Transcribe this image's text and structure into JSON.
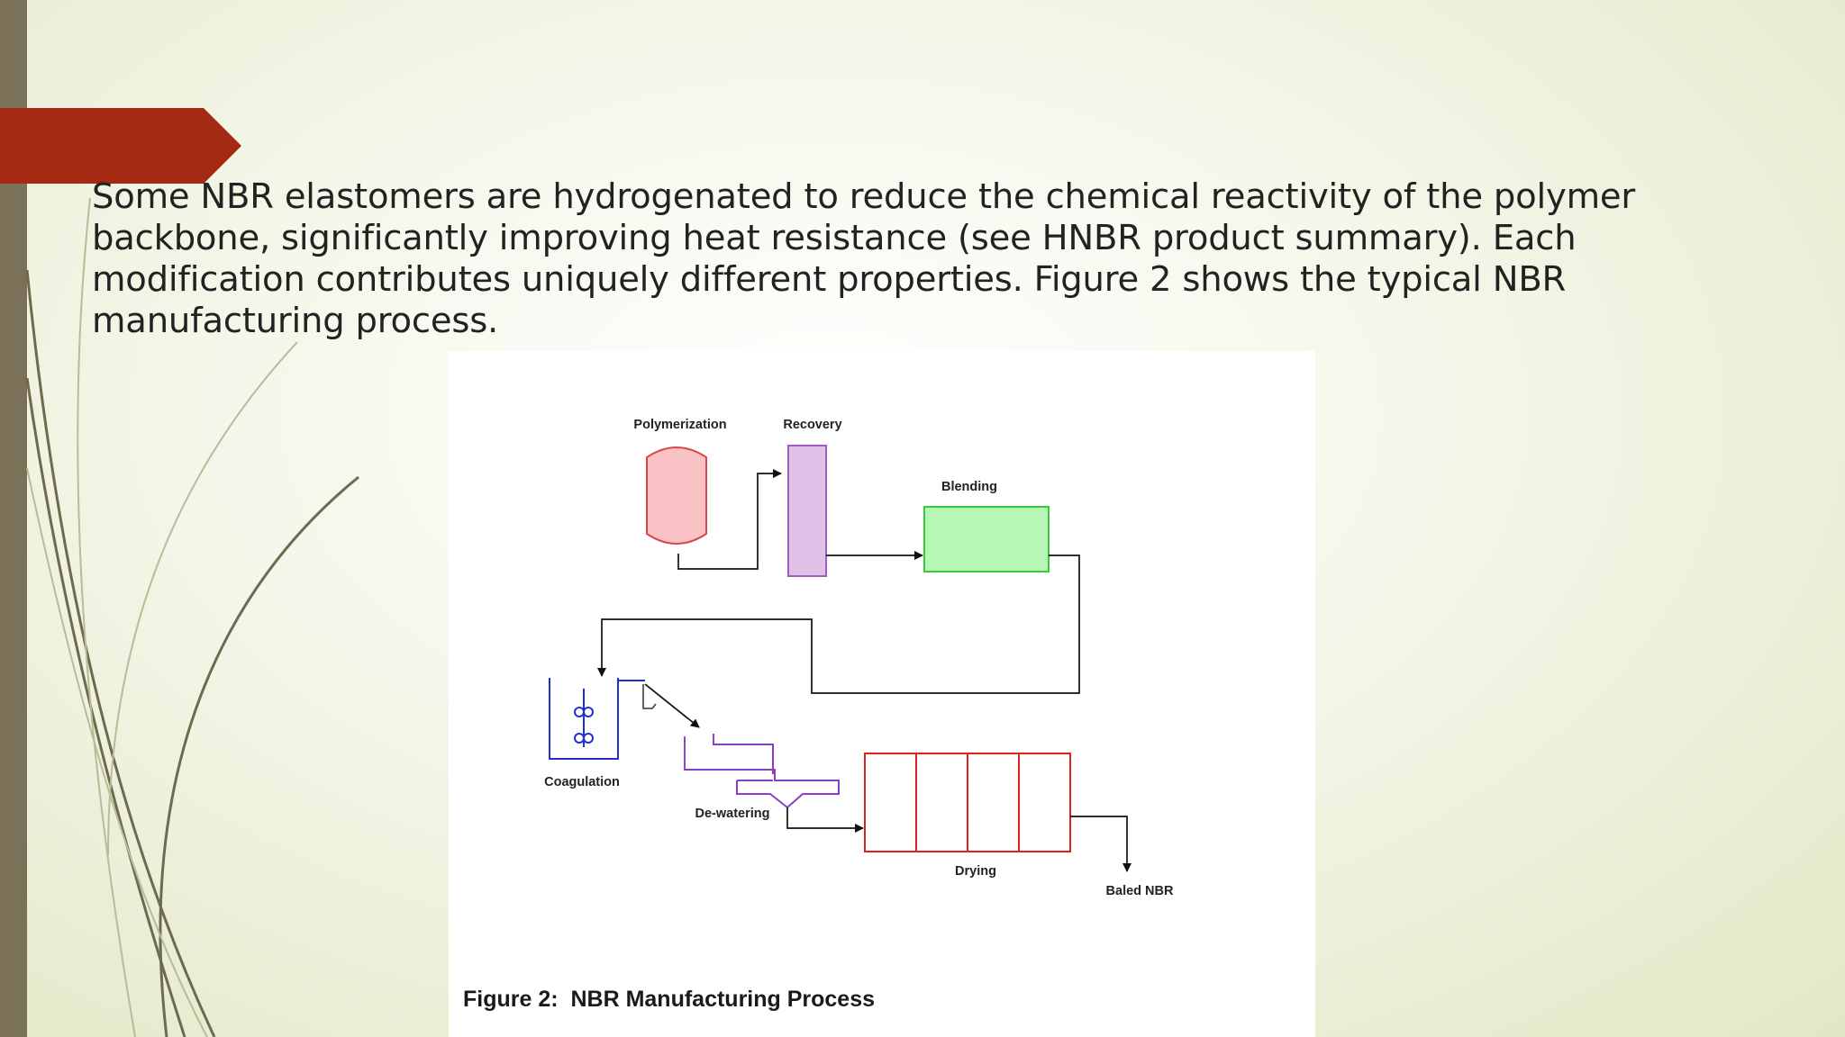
{
  "slide": {
    "body_text": "Some NBR elastomers are hydrogenated to reduce the chemical reactivity of the polymer backbone, significantly improving heat resistance (see HNBR product summary). Each modification contributes uniquely different properties. Figure 2 shows the typical NBR manufacturing process."
  },
  "figure": {
    "caption": "Figure 2:  NBR Manufacturing Process",
    "labels": {
      "polymerization": "Polymerization",
      "recovery": "Recovery",
      "blending": "Blending",
      "coagulation": "Coagulation",
      "dewatering": "De-watering",
      "drying": "Drying",
      "baled": "Baled NBR"
    }
  },
  "colors": {
    "accent": "#a52a14",
    "left_bar": "#7a7158",
    "reactor_fill": "#f9c2c4",
    "reactor_stroke": "#d9464e",
    "recovery_fill": "#e0c2e8",
    "recovery_stroke": "#a05cc0",
    "blending_fill": "#b6f7b6",
    "blending_stroke": "#3ac93a",
    "coag_stroke": "#2230c8",
    "dewater_stroke": "#8a40c8",
    "dryer_stroke": "#e02020"
  }
}
